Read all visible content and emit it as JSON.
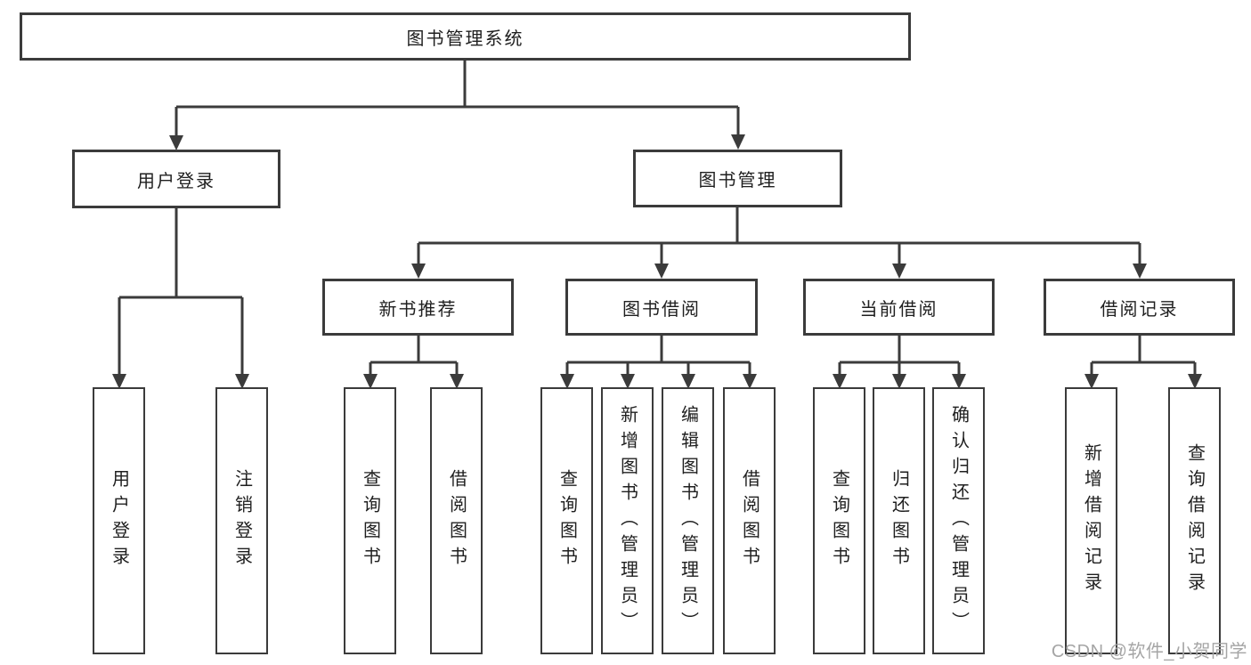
{
  "diagram": {
    "root": {
      "label": "图书管理系统"
    },
    "level2": [
      {
        "label": "用户登录"
      },
      {
        "label": "图书管理"
      }
    ],
    "level3": [
      {
        "label": "新书推荐",
        "parent": "图书管理"
      },
      {
        "label": "图书借阅",
        "parent": "图书管理"
      },
      {
        "label": "当前借阅",
        "parent": "图书管理"
      },
      {
        "label": "借阅记录",
        "parent": "图书管理"
      }
    ],
    "leaves": [
      {
        "label": "用户登录",
        "parent": "用户登录"
      },
      {
        "label": "注销登录",
        "parent": "用户登录"
      },
      {
        "label": "查询图书",
        "parent": "新书推荐"
      },
      {
        "label": "借阅图书",
        "parent": "新书推荐"
      },
      {
        "label": "查询图书",
        "parent": "图书借阅"
      },
      {
        "label": "新增图书（管理员）",
        "parent": "图书借阅"
      },
      {
        "label": "编辑图书（管理员）",
        "parent": "图书借阅"
      },
      {
        "label": "借阅图书",
        "parent": "图书借阅"
      },
      {
        "label": "查询图书",
        "parent": "当前借阅"
      },
      {
        "label": "归还图书",
        "parent": "当前借阅"
      },
      {
        "label": "确认归还（管理员）",
        "parent": "当前借阅"
      },
      {
        "label": "新增借阅记录",
        "parent": "借阅记录"
      },
      {
        "label": "查询借阅记录",
        "parent": "借阅记录"
      }
    ]
  },
  "watermark": {
    "text": "CSDN @软件_小贺同学"
  },
  "colors": {
    "line": "#3b3b3b",
    "text": "#1f1f1f",
    "watermark": "#a5a5a5",
    "background": "#ffffff"
  }
}
